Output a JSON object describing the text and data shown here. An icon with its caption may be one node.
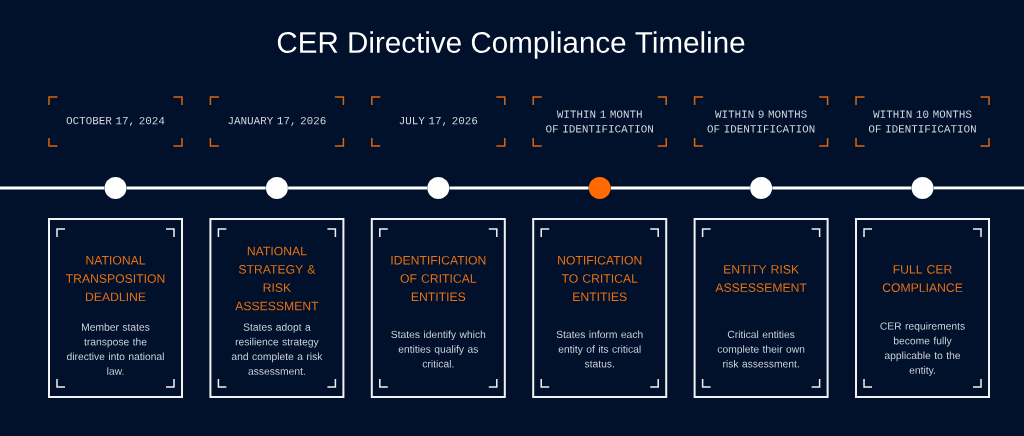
{
  "diagram": {
    "title": "CER Directive Compliance Timeline",
    "nodes": [
      {
        "text": [
          "OCTOBER 17, 2024"
        ]
      },
      {
        "text": [
          "JANUARY 17, 2026"
        ]
      },
      {
        "text": [
          "JULY 17, 2026"
        ]
      },
      {
        "text": [
          "WITHIN 1 MONTH OF IDENTIFICATION"
        ]
      },
      {
        "text": [
          "WITHIN 9 MONTHS OF IDENTIFICATION"
        ]
      },
      {
        "text": [
          "WITHIN 10 MONTHS OF IDENTIFICATION"
        ]
      },
      {
        "text": [],
        "shape": "circle"
      },
      {
        "text": [],
        "shape": "circle"
      },
      {
        "text": [],
        "shape": "circle"
      },
      {
        "text": [],
        "shape": "circle"
      },
      {
        "text": [],
        "shape": "circle"
      },
      {
        "text": [],
        "shape": "circle"
      },
      {
        "text": [
          "NATIONAL TRANSPOSITION DEADLINE",
          "Member states transpose the directive into national law."
        ]
      },
      {
        "text": [
          "NATIONAL STRATEGY & RISK ASSESSMENT",
          "States adopt a resilience strategy and complete a risk assessment."
        ]
      },
      {
        "text": [
          "IDENTIFICATION OF CRITICAL ENTITIES",
          "States identify which entities qualify as critical."
        ]
      },
      {
        "text": [
          "NOTIFICATION TO CRITICAL ENTITIES",
          "States inform each entity of its critical status."
        ]
      },
      {
        "text": [
          "ENTITY RISK ASSESSEMENT",
          "Critical entities complete their own risk assessment."
        ]
      },
      {
        "text": [
          "FULL CER COMPLIANCE",
          "CER requirements become fully applicable to the entity."
        ]
      }
    ],
    "edges": [
      {
        "from": null,
        "to": 6,
        "arrow": "none"
      },
      {
        "from": 6,
        "to": 7,
        "arrow": "none"
      },
      {
        "from": 7,
        "to": 8,
        "arrow": "none"
      },
      {
        "from": 8,
        "to": 9,
        "arrow": "none"
      },
      {
        "from": 9,
        "to": 10,
        "arrow": "none"
      },
      {
        "from": 10,
        "to": 11,
        "arrow": "none"
      },
      {
        "from": 11,
        "to": null,
        "arrow": "none"
      }
    ]
  }
}
